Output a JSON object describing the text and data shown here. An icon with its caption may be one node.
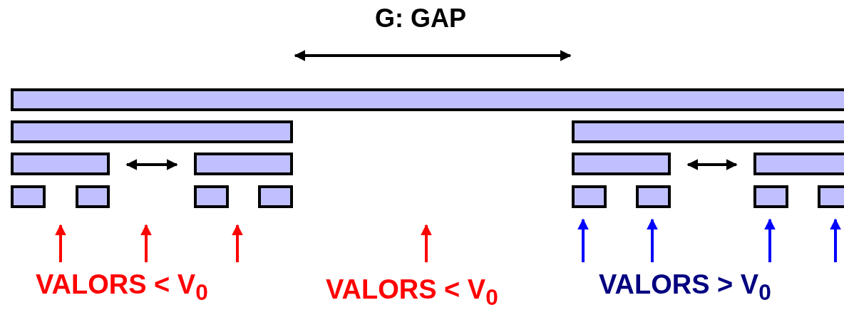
{
  "diagram": {
    "nodes": [
      {
        "text": [],
        "shape": "bar"
      },
      {
        "text": [],
        "shape": "bar"
      },
      {
        "text": [],
        "shape": "bar"
      },
      {
        "text": [],
        "shape": "bar"
      },
      {
        "text": [],
        "shape": "bar"
      },
      {
        "text": [],
        "shape": "bar"
      },
      {
        "text": [],
        "shape": "bar"
      },
      {
        "text": [],
        "shape": "bar"
      },
      {
        "text": [],
        "shape": "bar"
      },
      {
        "text": [],
        "shape": "bar"
      },
      {
        "text": [],
        "shape": "bar"
      },
      {
        "text": [],
        "shape": "bar"
      },
      {
        "text": [],
        "shape": "bar"
      },
      {
        "text": [],
        "shape": "bar"
      },
      {
        "text": [],
        "shape": "bar"
      }
    ],
    "edges": [
      {
        "from": 3,
        "to": 4,
        "arrow": "both"
      },
      {
        "from": 5,
        "to": 6,
        "arrow": "both"
      }
    ],
    "labels": [
      "G: GAP",
      "VALORS < V$_{0}$",
      "VALORS < V$_{0}$",
      "VALORS > V$_{0}$"
    ]
  }
}
